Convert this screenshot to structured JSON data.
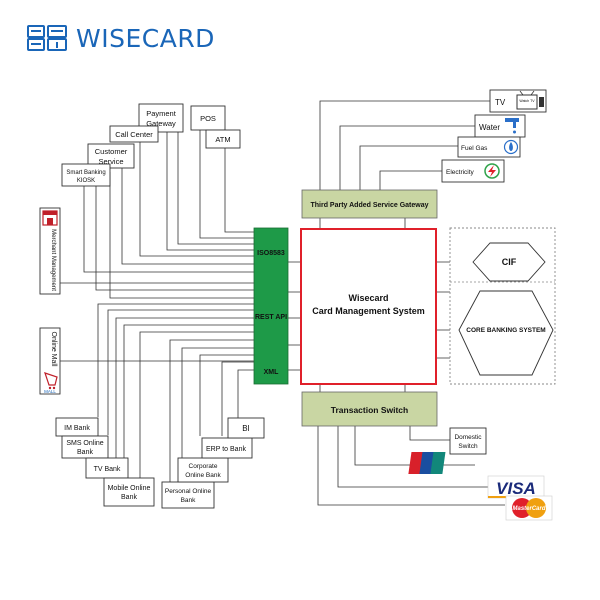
{
  "brand": {
    "name": "WISECARD",
    "color": "#1a66b8"
  },
  "colors": {
    "core_border": "#e0202a",
    "api_fill": "#1e9a48",
    "gateway_fill": "#c9d6a3",
    "line": "#333333"
  },
  "core": {
    "line1": "Wisecard",
    "line2": "Card Management System"
  },
  "api_bar": {
    "items": [
      "ISO8583",
      "REST API",
      "XML"
    ]
  },
  "third_party": "Third Party Added Service Gateway",
  "transaction_switch": "Transaction Switch",
  "bank": {
    "cif": "CIF",
    "core_banking": "CORE BANKING SYSTEM"
  },
  "top_channels": [
    {
      "id": "payment",
      "lines": [
        "Payment",
        "Gateway"
      ]
    },
    {
      "id": "pos",
      "lines": [
        "POS"
      ]
    },
    {
      "id": "atm",
      "lines": [
        "ATM"
      ]
    },
    {
      "id": "callcenter",
      "lines": [
        "Call Center"
      ]
    },
    {
      "id": "customer",
      "lines": [
        "Customer",
        "Service"
      ]
    },
    {
      "id": "kiosk",
      "lines": [
        "Smart Banking",
        "KIOSK"
      ]
    }
  ],
  "left_channels": [
    {
      "id": "merchant",
      "label": "Merchant Management",
      "icon": "merchant-store-icon"
    },
    {
      "id": "mall",
      "label": "Online Mall",
      "sublabel": "MALL",
      "icon": "shopping-cart-icon"
    }
  ],
  "bottom_channels": [
    {
      "id": "im",
      "lines": [
        "IM Bank"
      ]
    },
    {
      "id": "sms",
      "lines": [
        "SMS Online",
        "Bank"
      ]
    },
    {
      "id": "tv",
      "lines": [
        "TV Bank"
      ]
    },
    {
      "id": "mobile",
      "lines": [
        "Mobile Online",
        "Bank"
      ]
    },
    {
      "id": "personal",
      "lines": [
        "Personal Online",
        "Bank"
      ]
    },
    {
      "id": "corporate",
      "lines": [
        "Corporate",
        "Online Bank"
      ]
    },
    {
      "id": "erp",
      "lines": [
        "ERP to Bank"
      ]
    },
    {
      "id": "bi",
      "lines": [
        "BI"
      ]
    }
  ],
  "services": [
    {
      "id": "tv",
      "label": "TV",
      "icon": "tv-icon",
      "icon_text": "Watch TV"
    },
    {
      "id": "water",
      "label": "Water",
      "icon": "water-tap-icon"
    },
    {
      "id": "fuel",
      "label": "Fuel Gas",
      "icon": "gas-flame-icon"
    },
    {
      "id": "electricity",
      "label": "Electricity",
      "icon": "electricity-icon"
    }
  ],
  "switch_targets": {
    "domestic": [
      "Domestic",
      "Switch"
    ],
    "unionpay": [
      "UnionPay",
      "银联"
    ],
    "visa": "VISA",
    "mastercard": "MasterCard"
  }
}
